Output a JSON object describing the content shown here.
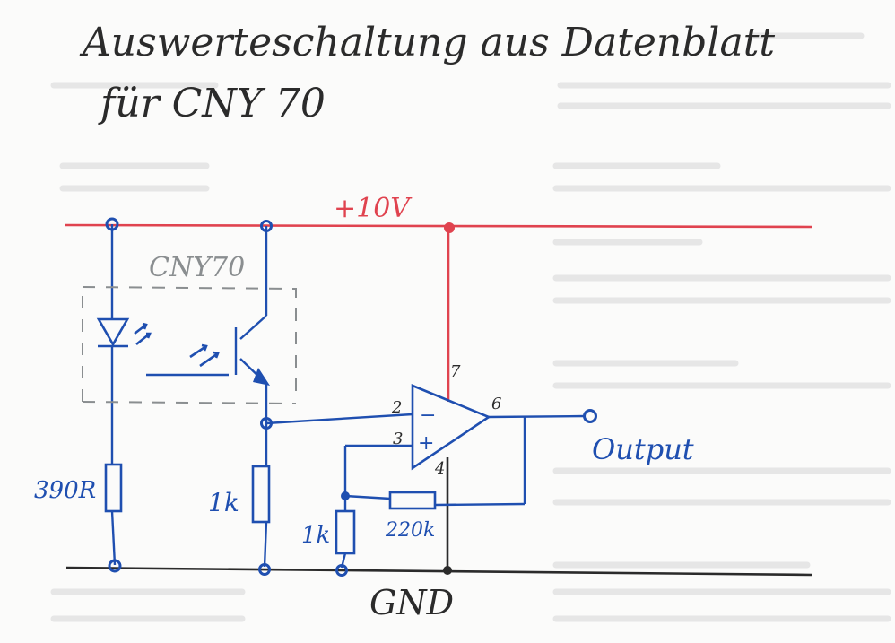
{
  "title": {
    "line1": "Auswerteschaltung aus Datenblatt",
    "line2": "für CNY 70"
  },
  "labels": {
    "supply": "+10V",
    "sensor": "CNY70",
    "ground": "GND",
    "output": "Output",
    "r_led": "390R",
    "r_emitter": "1k",
    "r_ground": "1k",
    "r_feedback": "220k",
    "pin_inv": "2",
    "pin_noninv": "3",
    "pin_gnd": "4",
    "pin_out": "6",
    "pin_vcc": "7",
    "sign_minus": "−",
    "sign_plus": "+"
  },
  "colors": {
    "ink_blue": "#1f4fb0",
    "ink_black": "#2b2b2b",
    "ink_red": "#e0434f",
    "ink_grey": "#8a8e90",
    "paper": "#fbfbfa"
  }
}
